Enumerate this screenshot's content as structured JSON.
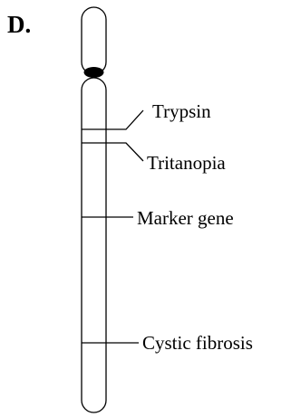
{
  "panel_label": "D.",
  "colors": {
    "stroke": "#000000",
    "centromere": "#000000",
    "background": "#ffffff"
  },
  "genes": [
    {
      "name": "Trypsin"
    },
    {
      "name": "Tritanopia"
    },
    {
      "name": "Marker gene"
    },
    {
      "name": "Cystic fibrosis"
    }
  ]
}
